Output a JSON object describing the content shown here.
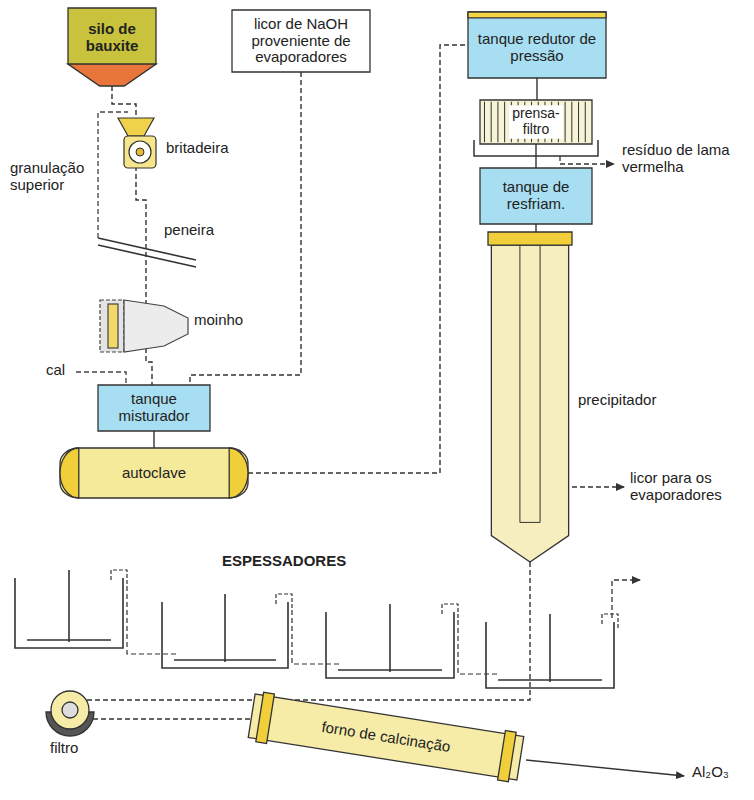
{
  "diagram": {
    "nodes": [
      {
        "text": [
          "silo de bauxite"
        ]
      },
      {
        "text": [
          "licor de NaOH proveniente de evaporadores"
        ]
      },
      {
        "text": [
          "tanque redutor de pressão"
        ]
      },
      {
        "text": [
          "prensa-filtro"
        ]
      },
      {
        "text": [
          "tanque misturador"
        ]
      },
      {
        "text": [
          "tanque de resfriam."
        ]
      },
      {
        "text": [
          "autoclave"
        ]
      },
      {
        "text": [
          "precipitador"
        ]
      },
      {
        "text": [
          "forno de calcinação"
        ]
      }
    ],
    "edges": [
      {
        "from": 0,
        "to": 4,
        "arrow": "none"
      },
      {
        "from": 1,
        "to": 4,
        "arrow": "none"
      },
      {
        "from": 4,
        "to": 6,
        "arrow": "none"
      },
      {
        "from": 6,
        "to": 2,
        "arrow": "none"
      },
      {
        "from": 2,
        "to": 3,
        "arrow": "none"
      },
      {
        "from": 3,
        "to": 5,
        "arrow": "none"
      },
      {
        "from": 5,
        "to": 7,
        "arrow": "none"
      },
      {
        "from": 7,
        "to": 8,
        "arrow": "none"
      }
    ],
    "labels": [
      "granulação superior",
      "britadeira",
      "peneira",
      "moinho",
      "cal",
      "resíduo de lama vermelha",
      "licor para os evaporadores",
      "ESPESSADORES",
      "filtro",
      "Al₂O₃"
    ]
  }
}
